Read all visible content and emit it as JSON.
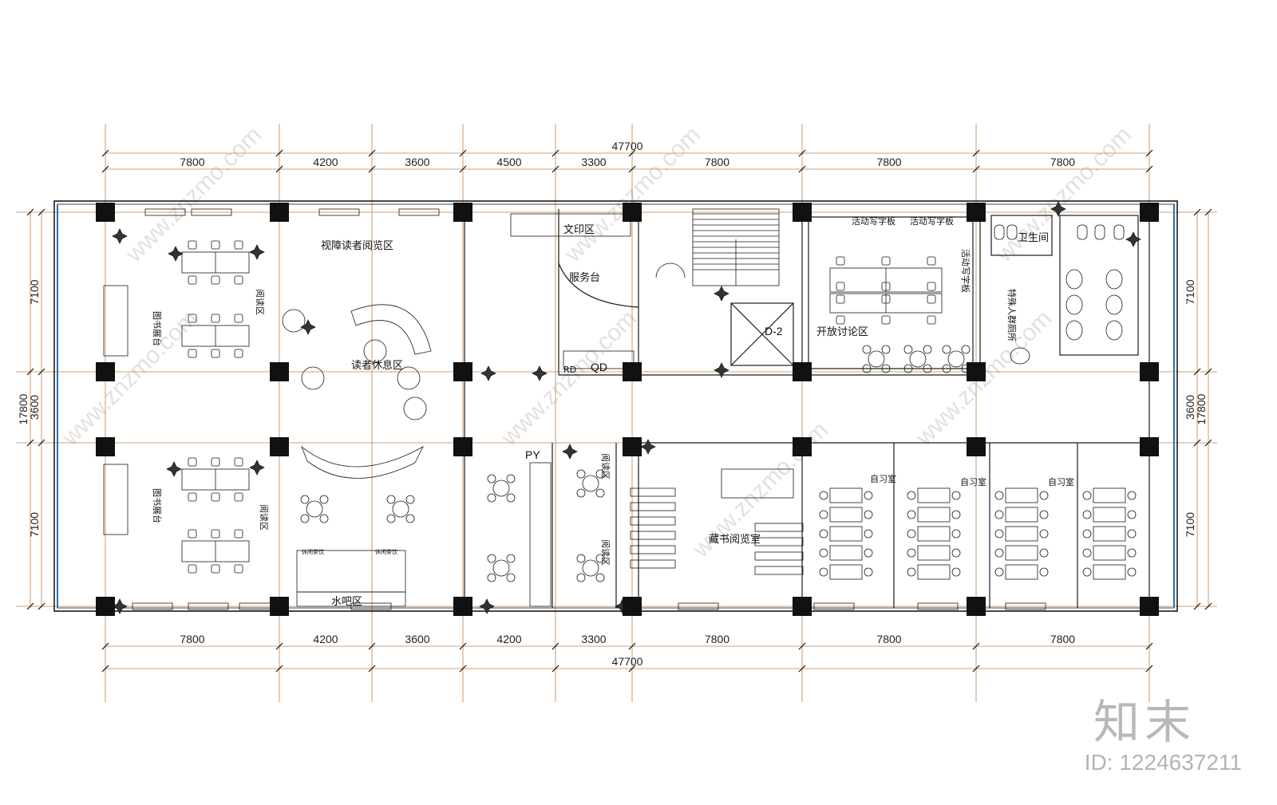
{
  "dimensions": {
    "top_total": "47700",
    "top": [
      "7800",
      "4200",
      "3600",
      "4500",
      "3300",
      "7800",
      "7800",
      "7800"
    ],
    "bottom_total": "47700",
    "bottom": [
      "7800",
      "4200",
      "3600",
      "4200",
      "3300",
      "7800",
      "7800",
      "7800"
    ],
    "left_total": "17800",
    "left": [
      "7100",
      "3600",
      "7100"
    ],
    "right_total": "17800",
    "right": [
      "7100",
      "3600",
      "7100"
    ]
  },
  "rooms": {
    "visually_impaired_reading": "视障读者阅览区",
    "reading_zone_1": "阅读区",
    "book_display_1": "图书展台",
    "reader_lounge": "读者休息区",
    "book_display_2": "图书展台",
    "reading_zone_2": "阅读区",
    "water_bar": "水吧区",
    "leisure_tea_1": "休闲茶饮",
    "leisure_tea_2": "休闲茶饮",
    "print_zone": "文印区",
    "service_desk": "服务台",
    "qd": "QD",
    "rd": "RD",
    "py": "PY",
    "reading_zone_3": "阅读区",
    "reading_zone_4": "阅读区",
    "stack_reading_room": "藏书阅览室",
    "elevator": "D-2",
    "open_discussion": "开放讨论区",
    "whiteboard_1": "活动写字板",
    "whiteboard_2": "活动写字板",
    "whiteboard_3": "活动写字板",
    "restroom": "卫生间",
    "accessible_toilet": "特殊人群厕所",
    "study_room_1": "自习室",
    "study_room_2": "自习室",
    "study_room_3": "自习室"
  },
  "watermark": {
    "site": "www.znzmo.com",
    "brand": "知末",
    "id": "ID: 1224637211"
  },
  "colors": {
    "line": "#1a1a1a",
    "dimension": "#c0804a",
    "column": "#111111",
    "watermark": "#c9c9c9"
  }
}
